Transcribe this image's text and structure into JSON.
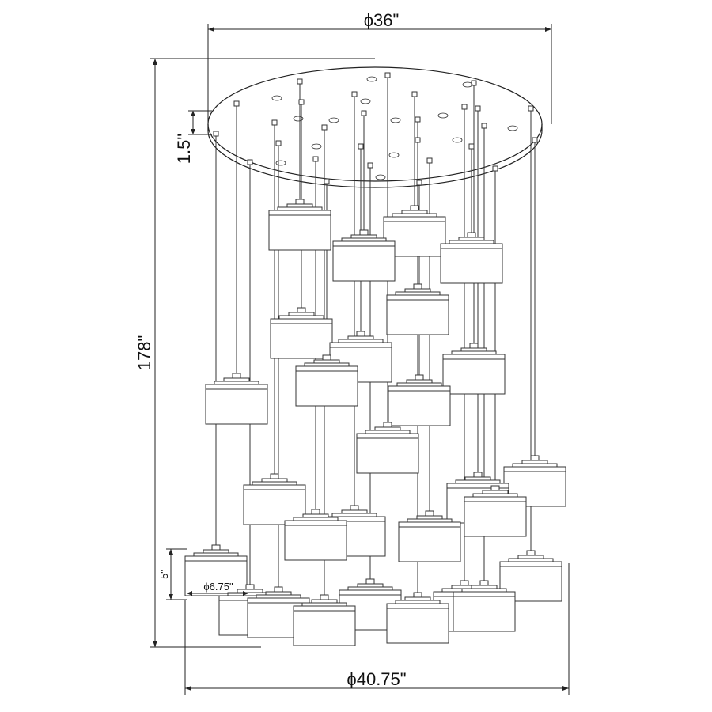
{
  "diagram": {
    "type": "line-drawing",
    "subject": "multi-pendant-chandelier",
    "stroke_color": "#222222",
    "background": "#ffffff",
    "dimensions": {
      "canopy_diameter": "ϕ36\"",
      "canopy_height": "1.5\"",
      "overall_height": "178\"",
      "shade_height": "5\"",
      "shade_diameter": "ϕ6.75\"",
      "overall_diameter": "ϕ40.75\""
    }
  }
}
